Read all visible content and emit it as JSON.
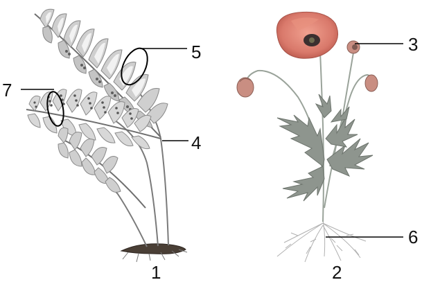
{
  "labels": {
    "fern_number": "1",
    "poppy_number": "2",
    "poppy_bud_callout": "3",
    "fern_stalk_callout": "4",
    "fern_leaflet_callout": "5",
    "poppy_roots_callout": "6",
    "fern_sori_callout": "7"
  },
  "colors": {
    "background": "#ffffff",
    "fern_leaflet": "#c9c9c9",
    "fern_leaflet_inner": "#efefef",
    "fern_spore_dots": "#5f5f5f",
    "poppy_petal": "#d9796b",
    "poppy_center": "#3b2f2f",
    "poppy_stem": "#9aa39a",
    "poppy_leaf": "#8e958e",
    "roots": "#b0b0b0",
    "callout_line": "#000000"
  }
}
